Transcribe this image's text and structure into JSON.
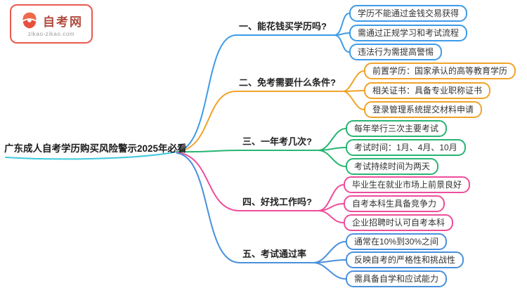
{
  "logo": {
    "title": "自考网",
    "domain": "zikao-zikao.com",
    "border_color": "#E85A4E",
    "title_color": "#B04A3E"
  },
  "central": {
    "title": "广东成人自考学历购买风险警示2025年必看",
    "underline_color": "#3FC8DC"
  },
  "branches": [
    {
      "label": "一、能花钱买学历吗?",
      "color": "#3D9BE8",
      "children": [
        "学历不能通过金钱交易获得",
        "需通过正规学习和考试流程",
        "违法行为需提高警惕"
      ]
    },
    {
      "label": "二、免考需要什么条件?",
      "color": "#F0A32B",
      "children": [
        "前置学历：国家承认的高等教育学历",
        "相关证书：具备专业职称证书",
        "登录管理系统提交材料申请"
      ]
    },
    {
      "label": "三、一年考几次?",
      "color": "#29B573",
      "children": [
        "每年举行三次主要考试",
        "考试时间：1月、4月、10月",
        "考试持续时间为两天"
      ]
    },
    {
      "label": "四、好找工作吗?",
      "color": "#EE4D9B",
      "children": [
        "毕业生在就业市场上前景良好",
        "自考本科生具备竞争力",
        "企业招聘时认可自考本科"
      ]
    },
    {
      "label": "五、考试通过率",
      "color": "#4A90DC",
      "children": [
        "通常在10%到30%之间",
        "反映自考的严格性和挑战性",
        "需具备自学和应试能力"
      ]
    }
  ]
}
